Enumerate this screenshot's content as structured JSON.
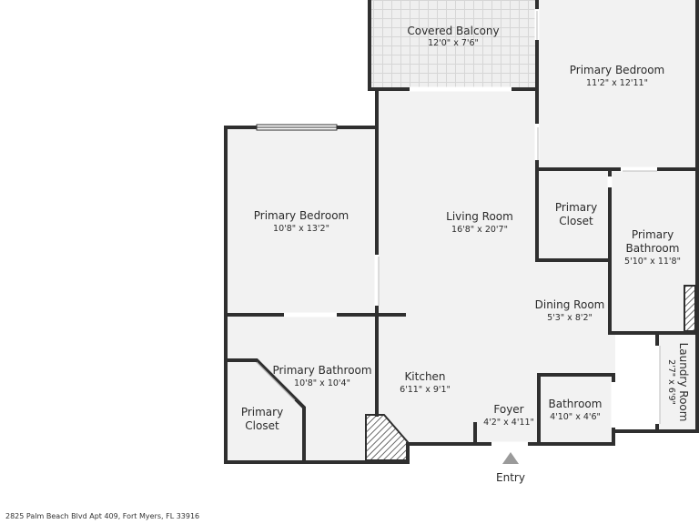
{
  "colors": {
    "wall": "#2f2f2f",
    "floor": "#f2f2f2",
    "door": "#ffffff",
    "window": "#cfcfcf",
    "hatch": "#444444",
    "arrow": "#9a9a9a"
  },
  "rooms": {
    "balcony": {
      "name": "Covered Balcony",
      "dims": "12'0\" x 7'6\""
    },
    "bedroom_right": {
      "name": "Primary Bedroom",
      "dims": "11'2\" x 12'11\""
    },
    "bedroom_left": {
      "name": "Primary Bedroom",
      "dims": "10'8\" x 13'2\""
    },
    "living": {
      "name": "Living Room",
      "dims": "16'8\" x 20'7\""
    },
    "closet_right": {
      "name_line1": "Primary",
      "name_line2": "Closet"
    },
    "bath_right": {
      "name_line1": "Primary",
      "name_line2": "Bathroom",
      "dims": "5'10\" x 11'8\""
    },
    "dining": {
      "name": "Dining Room",
      "dims": "5'3\" x 8'2\""
    },
    "bath_left": {
      "name": "Primary Bathroom",
      "dims": "10'8\" x 10'4\""
    },
    "kitchen": {
      "name": "Kitchen",
      "dims": "6'11\" x 9'1\""
    },
    "laundry": {
      "name": "Laundry Room",
      "dims": "2'7\" x 6'9\""
    },
    "closet_left": {
      "name_line1": "Primary",
      "name_line2": "Closet"
    },
    "foyer": {
      "name": "Foyer",
      "dims": "4'2\" x 4'11\""
    },
    "bathroom": {
      "name": "Bathroom",
      "dims": "4'10\" x 4'6\""
    }
  },
  "entry_label": "Entry",
  "address": "2825 Palm Beach Blvd Apt 409, Fort Myers, FL 33916"
}
